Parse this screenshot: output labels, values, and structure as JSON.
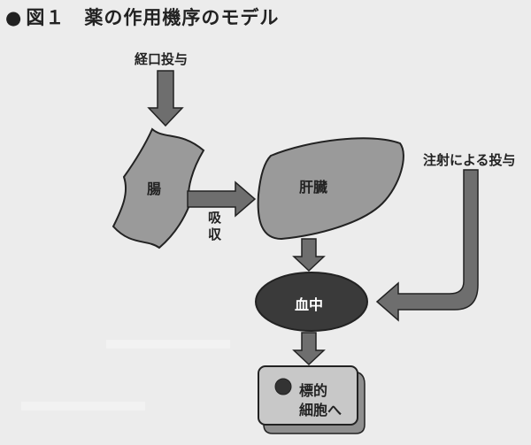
{
  "title": {
    "bullet": "●",
    "text": "図１　薬の作用機序のモデル"
  },
  "labels": {
    "oral": "経口投与",
    "intestine": "腸",
    "absorption": "吸収",
    "liver": "肝臓",
    "injection": "注射による投与",
    "blood": "血中",
    "target_line1": "標的",
    "target_line2": "細胞へ"
  },
  "colors": {
    "background": "#ececec",
    "organ_fill": "#9a9a9a",
    "arrow_fill": "#6e6e6e",
    "blood_fill": "#3a3a3a",
    "target_fill": "#c8c8c8",
    "stroke": "#222222"
  }
}
